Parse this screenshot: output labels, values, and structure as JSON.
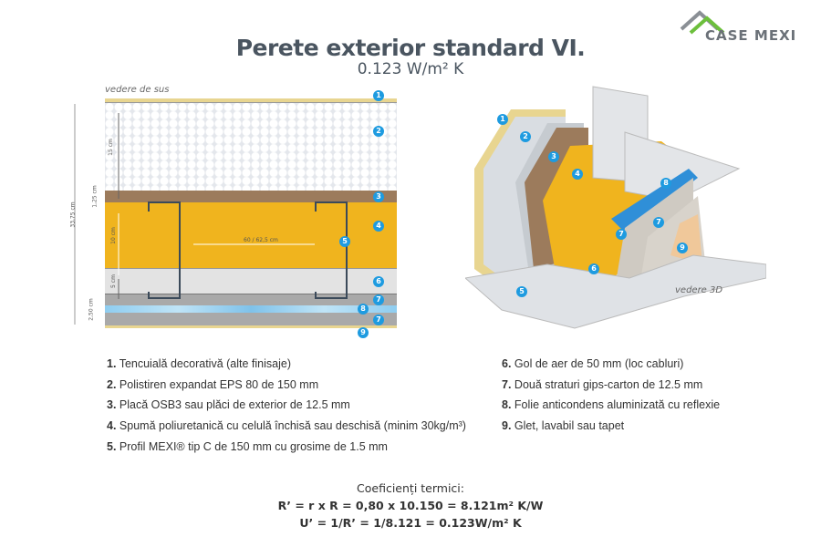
{
  "logo": {
    "text": "CASE MEXI"
  },
  "title": "Perete exterior standard VI.",
  "subtitle": "0.123 W/m² K",
  "top_view": {
    "label": "vedere de sus",
    "dims": {
      "eps": "15 cm",
      "osb": "1,25 cm",
      "pu": "10 cm",
      "air": "5 cm",
      "gips": "2,50 cm",
      "total": "33,75 cm",
      "spacing": "60 / 62,5 cm"
    }
  },
  "view_3d": {
    "label": "vedere 3D"
  },
  "badges": [
    "1",
    "2",
    "3",
    "4",
    "5",
    "6",
    "7",
    "8",
    "9"
  ],
  "legend": [
    {
      "num": "1.",
      "text": "Tencuială decorativă (alte finisaje)"
    },
    {
      "num": "2.",
      "text": "Polistiren expandat EPS 80 de 150 mm"
    },
    {
      "num": "3.",
      "text": "Placă OSB3 sau plăci de exterior de 12.5 mm"
    },
    {
      "num": "4.",
      "text": "Spumă poliuretanică cu celulă închisă sau deschisă (minim 30kg/m³)"
    },
    {
      "num": "5.",
      "text": "Profil MEXI® tip C de 150 mm cu grosime de 1.5 mm"
    },
    {
      "num": "6.",
      "text": "Gol de aer de 50 mm (loc cabluri)"
    },
    {
      "num": "7.",
      "text": "Două straturi gips-carton de 12.5 mm"
    },
    {
      "num": "8.",
      "text": "Folie anticondens aluminizată cu reflexie"
    },
    {
      "num": "9.",
      "text": "Glet, lavabil sau tapet"
    }
  ],
  "coefficients": {
    "heading": "Coeficienți termici:",
    "r_line": "R’  = r x R = 0,80 x 10.150 = 8.121m² K/W",
    "u_line": "U’  = 1/R’  = 1/8.121  = 0.123W/m² K"
  },
  "colors": {
    "badge": "#1e9be0",
    "osb": "#9c7b5c",
    "foam": "#f0b41e",
    "foil": "#8fcdf0",
    "gips": "#a9a9a9",
    "glet": "#e8d590"
  }
}
